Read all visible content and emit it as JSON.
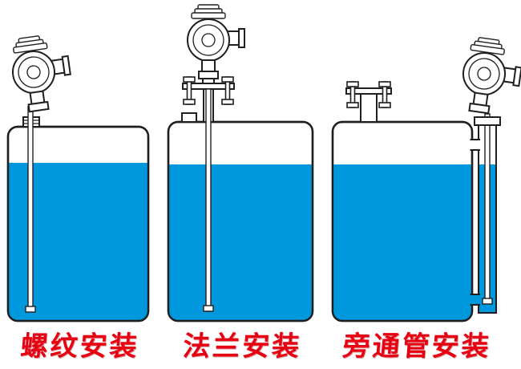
{
  "colors": {
    "background": "#FFFFFF",
    "line": "#1F1F1F",
    "liquid_blue": "#0098DC",
    "label_red": "#E60012"
  },
  "icons": {
    "level_transmitter_icon": "round ribbed transmitter head with side conduit port, neck and down probe",
    "flange_assembly_icon": "bolted flange plate on tank nozzle",
    "bypass_pipe_icon": "external vertical chamber connected to tank top and bottom"
  },
  "diagrams": [
    {
      "key": "threaded-mount",
      "label": "螺纹安装"
    },
    {
      "key": "flange-mount",
      "label": "法兰安装"
    },
    {
      "key": "bypass-pipe-mount",
      "label": "旁通管安装"
    }
  ]
}
